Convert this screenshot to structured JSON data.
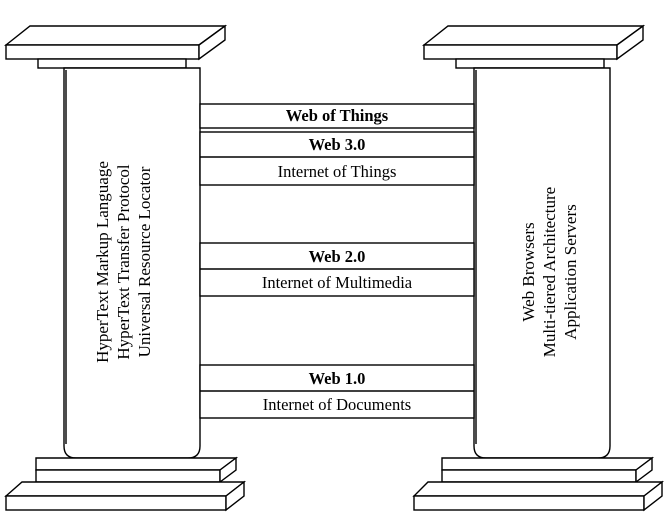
{
  "layers": [
    {
      "title": "Web of Things",
      "subtitle": ""
    },
    {
      "title": "Web 3.0",
      "subtitle": "Internet of Things"
    },
    {
      "title": "Web 2.0",
      "subtitle": "Internet of Multimedia"
    },
    {
      "title": "Web 1.0",
      "subtitle": "Internet of Documents"
    }
  ],
  "pillars": {
    "left": {
      "lines": [
        "HyperText Markup Language",
        "HyperText Transfer Protocol",
        "Universal Resource Locator"
      ]
    },
    "right": {
      "lines": [
        "Web Browsers",
        "Multi-tiered Architecture",
        "Application Servers"
      ]
    }
  }
}
